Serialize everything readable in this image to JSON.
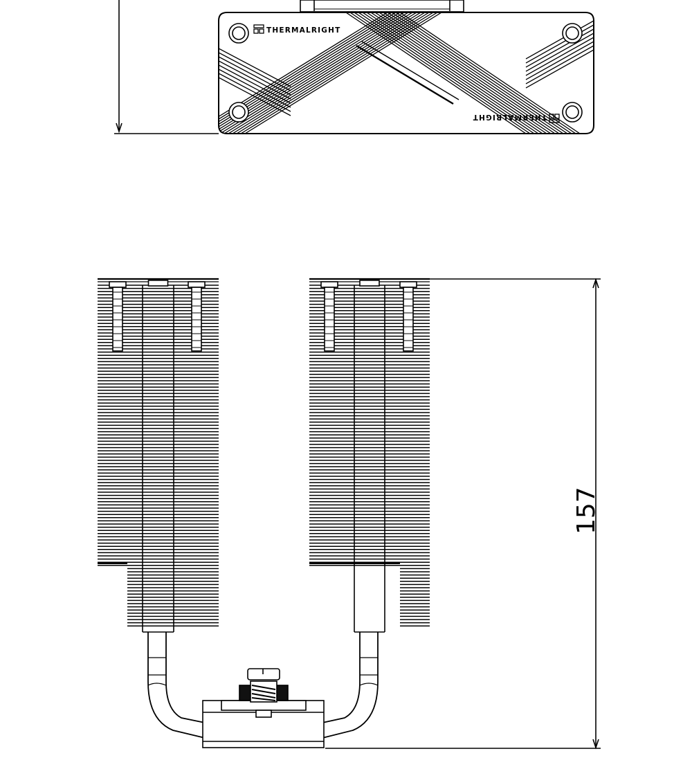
{
  "top_view": {
    "brand_text": "THERMALRIGHT",
    "brand_text_rotated": "THERMALRIGHT"
  },
  "side_view": {
    "height_dimension": "157"
  }
}
